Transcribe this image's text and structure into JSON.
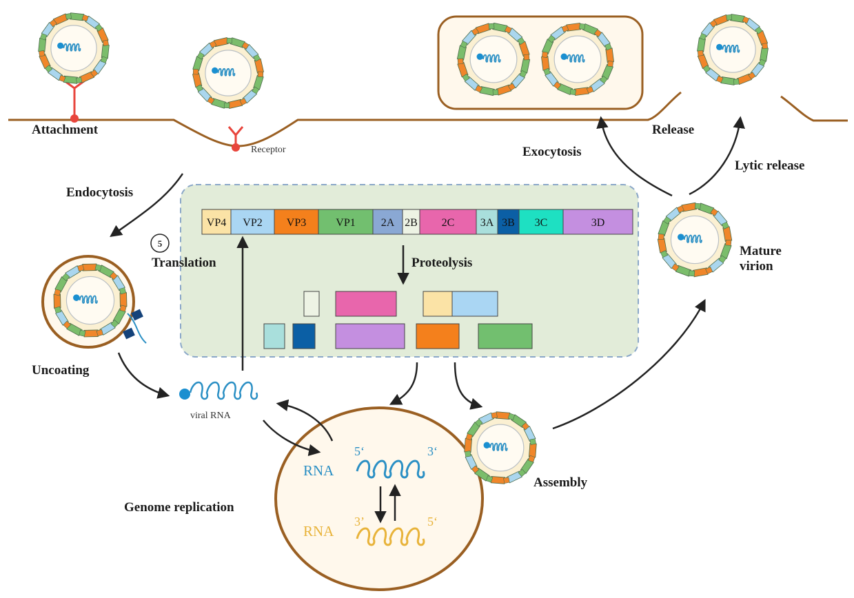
{
  "colors": {
    "membrane": "#9a5f22",
    "receptor": "#e8453c",
    "panel_fill": "#e2ecd9",
    "panel_border": "#8aa7c8",
    "rna_blue": "#2a8fc4",
    "rna_gold": "#e8b33a",
    "arrow": "#222222",
    "capsid_green": "#7bbd6b",
    "capsid_blue": "#aad6ee",
    "capsid_orange": "#f0862a",
    "capsid_inner": "#fbf0d2",
    "cell_fill": "#fff8ec"
  },
  "labels": {
    "attachment": "Attachment",
    "receptor": "Receptor",
    "endocytosis": "Endocytosis",
    "uncoating": "Uncoating",
    "viral_rna": "viral RNA",
    "translation": "Translation",
    "step_number": "5",
    "proteolysis": "Proteolysis",
    "genome_replication": "Genome replication",
    "assembly": "Assembly",
    "mature_virion": [
      "Mature",
      "virion"
    ],
    "exocytosis": "Exocytosis",
    "release": "Release",
    "lytic_release": "Lytic release",
    "rna_plus": "RNA",
    "rna_minus": "RNA",
    "five_prime_top": "5‘",
    "three_prime_top": "3‘",
    "three_prime_bottom": "3’",
    "five_prime_bottom": "5‘"
  },
  "polyprotein": [
    {
      "label": "VP4",
      "color": "#fbe3a6"
    },
    {
      "label": "VP2",
      "color": "#aad6f3"
    },
    {
      "label": "VP3",
      "color": "#f4801c"
    },
    {
      "label": "VP1",
      "color": "#72bf6f"
    },
    {
      "label": "2A",
      "color": "#8aa8d4"
    },
    {
      "label": "2B",
      "color": "#edf3e4"
    },
    {
      "label": "2C",
      "color": "#e866ac"
    },
    {
      "label": "3A",
      "color": "#a9dfdc"
    },
    {
      "label": "3B",
      "color": "#0b5fa5"
    },
    {
      "label": "3C",
      "color": "#1ee0c2"
    },
    {
      "label": "3D",
      "color": "#c48fe0"
    }
  ],
  "cleaved_products": [
    {
      "protein": "2B",
      "color": "#edf3e4"
    },
    {
      "protein": "2C",
      "color": "#e866ac"
    },
    {
      "protein": "VP4",
      "color": "#fbe3a6"
    },
    {
      "protein": "VP2",
      "color": "#aad6f3"
    },
    {
      "protein": "3A",
      "color": "#a9dfdc"
    },
    {
      "protein": "3B",
      "color": "#0b5fa5"
    },
    {
      "protein": "3D",
      "color": "#c48fe0"
    },
    {
      "protein": "VP3",
      "color": "#f4801c"
    },
    {
      "protein": "VP1",
      "color": "#72bf6f"
    }
  ]
}
